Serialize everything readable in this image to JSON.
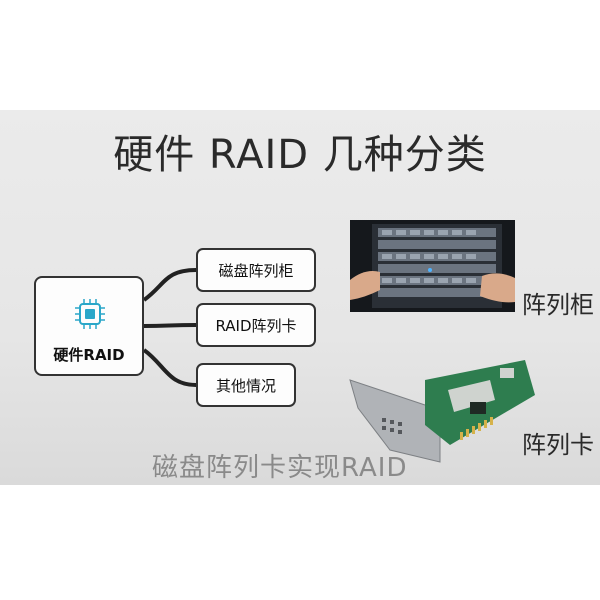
{
  "slide": {
    "title": "硬件 RAID 几种分类",
    "main_node": {
      "label": "硬件RAID",
      "icon": "chip-icon"
    },
    "branches": [
      {
        "label": "磁盘阵列柜"
      },
      {
        "label": "RAID阵列卡"
      },
      {
        "label": "其他情况"
      }
    ],
    "images": [
      {
        "label": "阵列柜",
        "icon": "server-rack-photo"
      },
      {
        "label": "阵列卡",
        "icon": "raid-card-photo"
      }
    ],
    "subtitle": "磁盘阵列卡实现RAID"
  },
  "colors": {
    "background": "#e8e8e8",
    "chip_accent": "#2aa7c9",
    "card_pcb": "#2e7d4f",
    "bracket": "#b0b3b7"
  }
}
